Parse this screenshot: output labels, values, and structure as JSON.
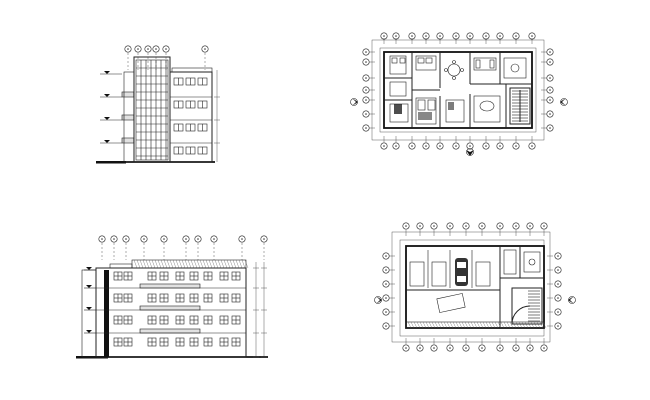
{
  "sheet": {
    "background": "#ffffff",
    "line_color": "#222222"
  },
  "drawings": [
    {
      "id": "side-elevation",
      "kind": "elevation"
    },
    {
      "id": "upper-floor-plan",
      "kind": "floor-plan",
      "north_arrow": true
    },
    {
      "id": "front-elevation",
      "kind": "elevation"
    },
    {
      "id": "ground-floor-parking-plan",
      "kind": "floor-plan",
      "north_arrow": true
    }
  ]
}
